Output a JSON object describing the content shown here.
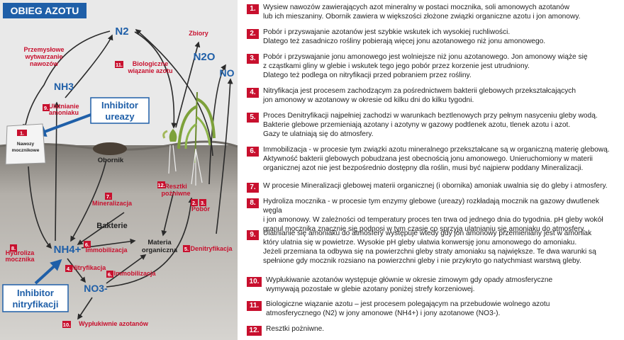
{
  "title": "OBIEG AZOTU",
  "colors": {
    "red": "#c8102e",
    "blue": "#1f5fa8",
    "dark": "#2a2a2a",
    "bg": "#e8e8e8",
    "soil": "#8a8680"
  },
  "diagram": {
    "n2": "N2",
    "nh3": "NH3",
    "n2o": "N2O",
    "no": "NO",
    "nh4": "NH4+",
    "no3": "NO3-",
    "inhibitor_ureazy": [
      "Inhibitor",
      "ureazy"
    ],
    "inhibitor_nitryfikacji": [
      "Inhibitor",
      "nitryfikacji"
    ],
    "przemyslowe": [
      "Przemysłowe",
      "wytwarzanie",
      "nawozów"
    ],
    "zbiory": "Zbiory",
    "biologiczne": [
      "Biologiczne",
      "wiązanie azotu"
    ],
    "ulatnianie": [
      "Ulatnianie",
      "amoniaku"
    ],
    "nawozy": [
      "Nawozy",
      "mocznikowe"
    ],
    "obornik": "Obornik",
    "resztki": [
      "Resztki",
      "pożniwne"
    ],
    "pobor": "Pobór",
    "mineralizacja": "Mineralizacja",
    "bakterie": "Bakterie",
    "materia": [
      "Materia",
      "organiczna"
    ],
    "hydroliza": [
      "Hydroliza",
      "mocznika"
    ],
    "immobilizacja": "Immobilizacja",
    "nitryfikacja": "Nitryfikacja",
    "denitryfikacja": "Denitryfikacja",
    "wyplukiwanie": "Wypłukiwnie azotanów",
    "badges": [
      "1.",
      "2.",
      "3.",
      "4.",
      "5.",
      "6.",
      "6.",
      "7.",
      "8.",
      "9.",
      "10.",
      "11.",
      "12."
    ]
  },
  "legend": [
    {
      "n": "1.",
      "text": "Wysiew nawozów zawierających azot mineralny w  postaci mocznika, soli amonowych azotanów\nlub ich mieszaniny. Obornik zawiera w większości złożone związki organiczne azotu i jon amonowy."
    },
    {
      "n": "2.",
      "text": "Pobór i przyswajanie azotanów   jest szybkie wskutek ich wysokiej ruchliwości.\nDlatego też zasadniczo rośliny pobierają więcej jonu azotanowego niż jonu amonowego."
    },
    {
      "n": "3.",
      "text": "Pobór i przyswajanie jonu amonowego    jest wolniejsze niż jonu azotanowego. Jon amonowy wiąże się\nz cząstkami gliny w glebie i wskutek tego jego pobór przez korzenie jest utrudniony.\nDlatego też podlega on nitryfikacji przed pobraniem przez rośliny."
    },
    {
      "n": "4.",
      "text": "Nitryfikacja  jest procesem zachodzącym za pośrednictwem bakterii glebowych przekształcających\njon amonowy w azotanowy w okresie od kilku dni do kilku tygodni."
    },
    {
      "n": "5.",
      "text": "Proces Denitryfikacji najpełniej zachodzi w warunkach beztlenowych przy pełnym nasyceniu gleby wodą.\nBakterie glebowe przemieniają azotany i azotyny w gazowy podtlenek azotu, tlenek azotu i azot.\nGazy te ulatniają się do atmosfery."
    },
    {
      "n": "6.",
      "text": "Immobilizacja - w procesie tym związki azotu mineralnego przekształcane są w organiczną materię glebową.\nAktywność bakterii glebowych pobudzana jest obecnością jonu amonowego. Unieruchomiony w materii\norganicznej azot nie jest bezpośrednio dostępny dla roślin, musi być najpierw poddany Mineralizacji."
    },
    {
      "n": "7.",
      "text": "W procesie Mineralizacji glebowej materii organicznej (i obornika) amoniak uwalnia się do gleby i atmosfery."
    },
    {
      "n": "8.",
      "text": "Hydroliza mocznika - w procesie tym  enzymy glebowe (ureazy) rozkładają mocznik na gazowy dwutlenek węgla\ni jon amonowy. W zależności od temperatury proces ten trwa od jednego dnia do tygodnia. pH gleby wokół\ngranul mocznika znacznie się podnosi w tym czasie co sprzyja ulatnianiu się amoniaku do atmosfery."
    },
    {
      "n": "9.",
      "text": "Ulatnianie się amoniaku do atmosfery występuje wtedy gdy jon amonowy przemieniany jest w amoniak\nktóry ulatnia się w powietrze. Wysokie pH gleby  ułatwia konwersję jonu amonowego do amoniaku.\nJeżeli przemiana ta odbywa się na powierzchni gleby straty amoniaku są największe. Te dwa warunki są\nspełnione gdy mocznik rozsiano na powierzchni gleby i nie przykryto go natychmiast warstwą gleby."
    },
    {
      "n": "10.",
      "text": "Wypłukiwanie  azotanów występuje głównie w okresie zimowym gdy opady atmosferyczne\nwymywają pozostałe w glebie azotany poniżej strefy korzeniowej."
    },
    {
      "n": "11.",
      "text": "Biologiczne wiązanie azotu – jest procesem polegającym na przebudowie wolnego azotu\natmosferycznego (N2) w jony amonowe (NH4+) i jony azotanowe (NO3-)."
    },
    {
      "n": "12.",
      "text": "Resztki pożniwne."
    }
  ]
}
